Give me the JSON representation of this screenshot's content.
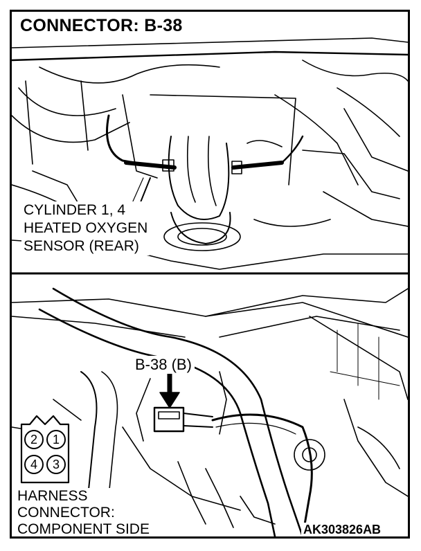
{
  "title": "CONNECTOR: B-38",
  "upper_view": {
    "caption_lines": [
      "CYLINDER 1, 4",
      "HEATED OXYGEN",
      "SENSOR (REAR)"
    ]
  },
  "lower_view": {
    "connector_callout": "B-38 (B)"
  },
  "connector_face": {
    "pins": [
      "2",
      "1",
      "4",
      "3"
    ],
    "caption_lines": [
      "HARNESS",
      "CONNECTOR:",
      "COMPONENT SIDE"
    ]
  },
  "figure_code": "AK303826AB"
}
